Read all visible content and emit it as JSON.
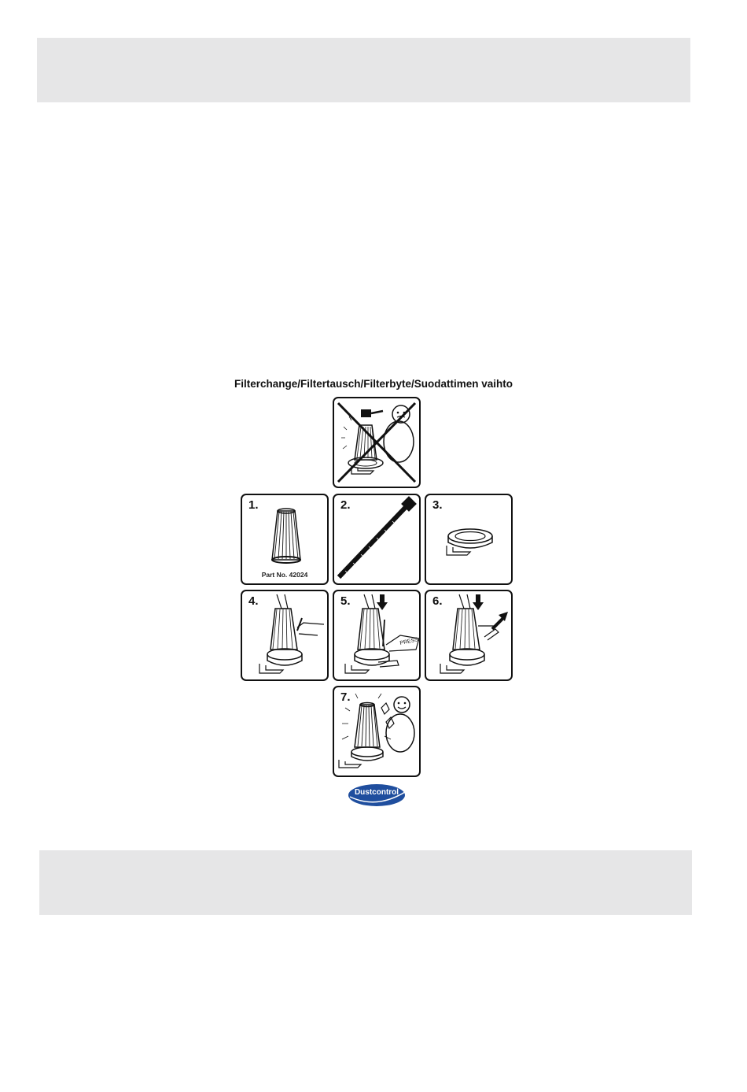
{
  "title": "Filterchange/Filtertausch/Filterbyte/Suodattimen vaihto",
  "steps": [
    {
      "num": "1.",
      "caption": "Part No. 42024"
    },
    {
      "num": "2."
    },
    {
      "num": "3."
    },
    {
      "num": "4."
    },
    {
      "num": "5.",
      "press_label": "PRESS"
    },
    {
      "num": "6."
    },
    {
      "num": "7."
    }
  ],
  "logo": {
    "text": "Dustcontrol",
    "color": "#1f4e9e"
  },
  "colors": {
    "band": "#e6e6e7",
    "ink": "#111111"
  }
}
